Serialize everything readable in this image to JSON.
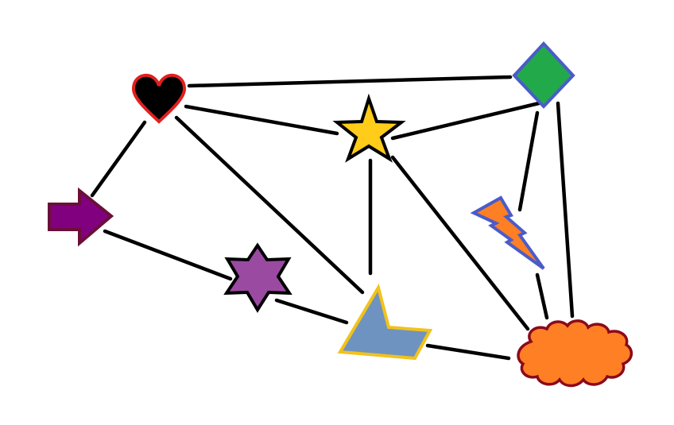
{
  "diagram": {
    "type": "graph",
    "edge_color": "#000000",
    "nodes": [
      {
        "id": "heart",
        "shape": "heart",
        "icon": "heart-icon",
        "fill": "#000000",
        "stroke": "#e02020"
      },
      {
        "id": "diamond",
        "shape": "diamond",
        "icon": "diamond-icon",
        "fill": "#22aa4a",
        "stroke": "#4a5cc8"
      },
      {
        "id": "star",
        "shape": "star",
        "icon": "star-icon",
        "fill": "#ffcc1a",
        "stroke": "#000000"
      },
      {
        "id": "arrow",
        "shape": "arrow",
        "icon": "arrow-icon",
        "fill": "#800080",
        "stroke": "#6b0f3a"
      },
      {
        "id": "lightning",
        "shape": "lightning",
        "icon": "lightning-icon",
        "fill": "#ff7f24",
        "stroke": "#4a5cc8"
      },
      {
        "id": "hexagram",
        "shape": "hexagram",
        "icon": "hexagram-icon",
        "fill": "#9b4aa2",
        "stroke": "#000000"
      },
      {
        "id": "chevron",
        "shape": "chevron",
        "icon": "chevron-icon",
        "fill": "#6f93c0",
        "stroke": "#f2c21c"
      },
      {
        "id": "cloud",
        "shape": "cloud",
        "icon": "cloud-icon",
        "fill": "#ff7f24",
        "stroke": "#8b0a1a"
      }
    ],
    "edges": [
      [
        "heart",
        "diamond"
      ],
      [
        "heart",
        "star"
      ],
      [
        "heart",
        "arrow"
      ],
      [
        "heart",
        "chevron"
      ],
      [
        "star",
        "diamond"
      ],
      [
        "star",
        "chevron"
      ],
      [
        "star",
        "cloud"
      ],
      [
        "diamond",
        "lightning"
      ],
      [
        "diamond",
        "cloud"
      ],
      [
        "lightning",
        "cloud"
      ],
      [
        "arrow",
        "hexagram"
      ],
      [
        "hexagram",
        "chevron"
      ],
      [
        "chevron",
        "cloud"
      ]
    ]
  }
}
